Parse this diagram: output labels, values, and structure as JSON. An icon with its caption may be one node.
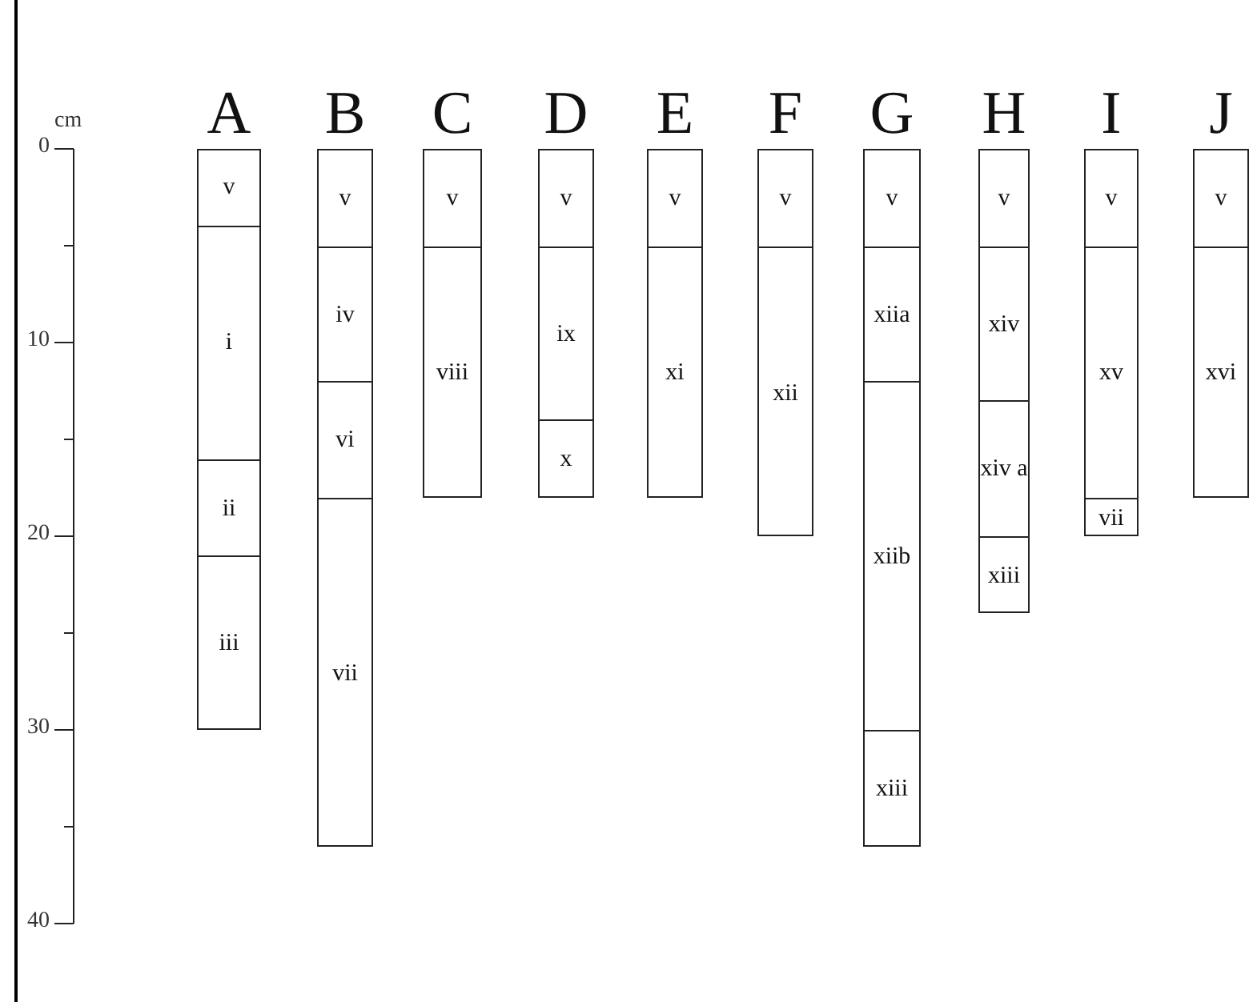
{
  "diagram": {
    "nodes": [
      {
        "text": [
          "A"
        ]
      },
      {
        "text": [
          "v"
        ],
        "in": 0
      },
      {
        "text": [
          "i"
        ],
        "in": 0
      },
      {
        "text": [
          "ii"
        ],
        "in": 0
      },
      {
        "text": [
          "iii"
        ],
        "in": 0
      },
      {
        "text": [
          "B"
        ]
      },
      {
        "text": [
          "v"
        ],
        "in": 5
      },
      {
        "text": [
          "iv"
        ],
        "in": 5
      },
      {
        "text": [
          "vi"
        ],
        "in": 5
      },
      {
        "text": [
          "vii"
        ],
        "in": 5
      },
      {
        "text": [
          "C"
        ]
      },
      {
        "text": [
          "v"
        ],
        "in": 10
      },
      {
        "text": [
          "viii"
        ],
        "in": 10
      },
      {
        "text": [
          "D"
        ]
      },
      {
        "text": [
          "v"
        ],
        "in": 13
      },
      {
        "text": [
          "ix"
        ],
        "in": 13
      },
      {
        "text": [
          "x"
        ],
        "in": 13
      },
      {
        "text": [
          "E"
        ]
      },
      {
        "text": [
          "v"
        ],
        "in": 17
      },
      {
        "text": [
          "xi"
        ],
        "in": 17
      },
      {
        "text": [
          "F"
        ]
      },
      {
        "text": [
          "v"
        ],
        "in": 20
      },
      {
        "text": [
          "xii"
        ],
        "in": 20
      },
      {
        "text": [
          "G"
        ]
      },
      {
        "text": [
          "v"
        ],
        "in": 23
      },
      {
        "text": [
          "xiia"
        ],
        "in": 23
      },
      {
        "text": [
          "xiib"
        ],
        "in": 23
      },
      {
        "text": [
          "xiii"
        ],
        "in": 23
      },
      {
        "text": [
          "H"
        ]
      },
      {
        "text": [
          "v"
        ],
        "in": 28
      },
      {
        "text": [
          "xiv"
        ],
        "in": 28
      },
      {
        "text": [
          "xiv a"
        ],
        "in": 28
      },
      {
        "text": [
          "xiii"
        ],
        "in": 28
      },
      {
        "text": [
          "I"
        ]
      },
      {
        "text": [
          "v"
        ],
        "in": 33
      },
      {
        "text": [
          "xv"
        ],
        "in": 33
      },
      {
        "text": [
          "vii"
        ],
        "in": 33
      },
      {
        "text": [
          "J"
        ]
      },
      {
        "text": [
          "v"
        ],
        "in": 37
      },
      {
        "text": [
          "xvi"
        ],
        "in": 37
      }
    ],
    "labels": [
      "cm",
      "0",
      "10",
      "20",
      "30",
      "40"
    ]
  }
}
